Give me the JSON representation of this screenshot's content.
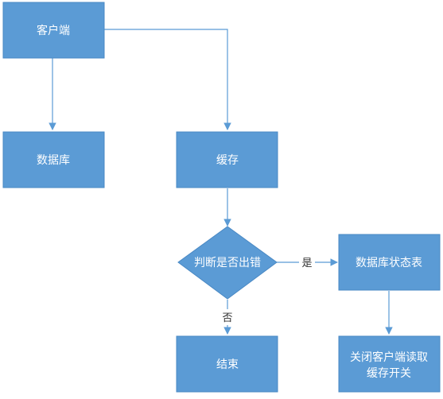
{
  "colors": {
    "node_fill": "#5b9bd5",
    "node_border": "#4a89c4",
    "connector": "#5b9bd5",
    "text_on_node": "#ffffff",
    "edge_label_text": "#333333",
    "background": "#ffffff"
  },
  "nodes": {
    "client": {
      "label": "客户端"
    },
    "database": {
      "label": "数据库"
    },
    "cache": {
      "label": "缓存"
    },
    "decision": {
      "label": "判断是否出错"
    },
    "db_status_table": {
      "label": "数据库状态表"
    },
    "end": {
      "label": "结束"
    },
    "close_cache_switch": {
      "line1": "关闭客户端读取",
      "line2": "缓存开关"
    }
  },
  "edge_labels": {
    "yes": "是",
    "no": "否"
  }
}
